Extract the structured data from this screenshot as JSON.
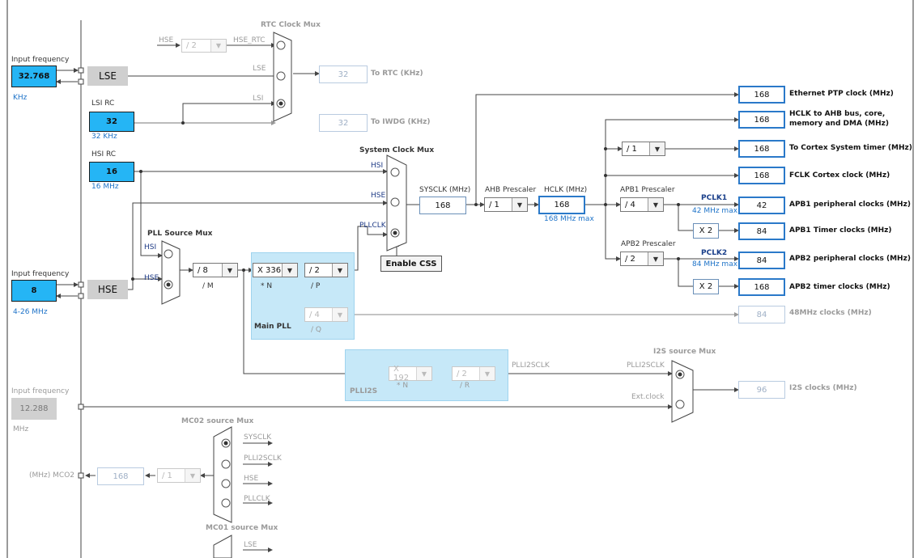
{
  "rtc": {
    "mux_title": "RTC Clock Mux",
    "hse_in_label": "HSE",
    "hse_div": "/ 2",
    "hse_rtc_label": "HSE_RTC",
    "lse_label": "LSE",
    "lsi_label": "LSI",
    "out_value": "32",
    "out_label": "To RTC (KHz)",
    "iwdg_value": "32",
    "iwdg_label": "To IWDG (KHz)"
  },
  "lse": {
    "input_label": "Input frequency",
    "value": "32.768",
    "unit": "KHz",
    "name": "LSE"
  },
  "lsi": {
    "label": "LSI RC",
    "value": "32",
    "unit": "32 KHz"
  },
  "hsi": {
    "label": "HSI RC",
    "value": "16",
    "unit": "16 MHz"
  },
  "hse": {
    "input_label": "Input frequency",
    "value": "8",
    "range": "4-26 MHz",
    "name": "HSE"
  },
  "i2s_ext": {
    "input_label": "Input frequency",
    "value": "12.288",
    "unit": "MHz"
  },
  "sysmux": {
    "title": "System Clock Mux",
    "hsi": "HSI",
    "hse": "HSE",
    "pllclk": "PLLCLK",
    "sysclk_label": "SYSCLK (MHz)",
    "sysclk_value": "168",
    "enable_css": "Enable CSS"
  },
  "pllsrc": {
    "title": "PLL Source Mux",
    "hsi": "HSI",
    "hse": "HSE"
  },
  "pll": {
    "title": "Main PLL",
    "m": "/ 8",
    "m_label": "/ M",
    "n": "X 336",
    "n_label": "* N",
    "p": "/ 2",
    "p_label": "/ P",
    "q": "/ 4",
    "q_label": "/ Q"
  },
  "plli2s": {
    "title": "PLLI2S",
    "n": "X 192",
    "n_label": "* N",
    "r": "/ 2",
    "r_label": "/ R",
    "out_label": "PLLI2SCLK"
  },
  "ahb": {
    "label": "AHB Prescaler",
    "value": "/ 1",
    "hclk_label": "HCLK (MHz)",
    "hclk_value": "168",
    "hclk_max": "168 MHz max"
  },
  "apb1": {
    "label": "APB1 Prescaler",
    "value": "/ 4",
    "pclk_label": "PCLK1",
    "pclk_max": "42 MHz max",
    "timer_mult": "X 2"
  },
  "apb2": {
    "label": "APB2 Prescaler",
    "value": "/ 2",
    "pclk_label": "PCLK2",
    "pclk_max": "84 MHz max",
    "timer_mult": "X 2"
  },
  "cortex_div": "/ 1",
  "outputs": [
    {
      "value": "168",
      "label": "Ethernet PTP clock (MHz)"
    },
    {
      "value": "168",
      "label": "HCLK to AHB bus, core,",
      "label2": "memory and DMA (MHz)"
    },
    {
      "value": "168",
      "label": "To Cortex System timer (MHz)"
    },
    {
      "value": "168",
      "label": "FCLK Cortex clock (MHz)"
    },
    {
      "value": "42",
      "label": "APB1 peripheral clocks (MHz)"
    },
    {
      "value": "84",
      "label": "APB1 Timer clocks (MHz)"
    },
    {
      "value": "84",
      "label": "APB2 peripheral clocks (MHz)"
    },
    {
      "value": "168",
      "label": "APB2 timer clocks (MHz)"
    },
    {
      "value": "84",
      "label": "48MHz clocks (MHz)"
    },
    {
      "value": "96",
      "label": "I2S clocks (MHz)"
    }
  ],
  "i2smux": {
    "title": "I2S source Mux",
    "plli2sclk": "PLLI2SCLK",
    "ext": "Ext.clock"
  },
  "mco2": {
    "title": "MC02 source Mux",
    "inputs": [
      "SYSCLK",
      "PLLI2SCLK",
      "HSE",
      "PLLCLK"
    ],
    "div": "/ 1",
    "value": "168",
    "label": "(MHz) MCO2"
  },
  "mco1": {
    "title": "MC01 source Mux",
    "inputs": [
      "LSE"
    ]
  }
}
